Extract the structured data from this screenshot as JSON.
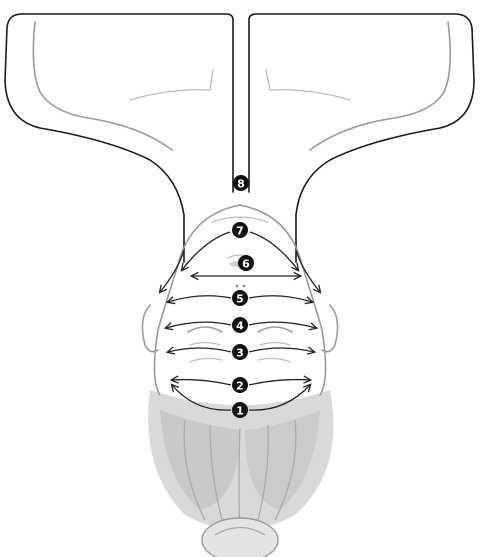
{
  "steps": [
    {
      "id": "step-1",
      "label": "❶"
    },
    {
      "id": "step-2",
      "label": "❷"
    },
    {
      "id": "step-3",
      "label": "❸"
    },
    {
      "id": "step-4",
      "label": "❹"
    },
    {
      "id": "step-5",
      "label": "❺"
    },
    {
      "id": "step-6",
      "label": "❻"
    },
    {
      "id": "step-7",
      "label": "❼"
    },
    {
      "id": "step-8",
      "label": "❽"
    }
  ],
  "colors": {
    "outline": "#1a1a1a",
    "sketch": "#9a9a9a",
    "hair": "#d9d9d9",
    "marker": "#111111"
  }
}
